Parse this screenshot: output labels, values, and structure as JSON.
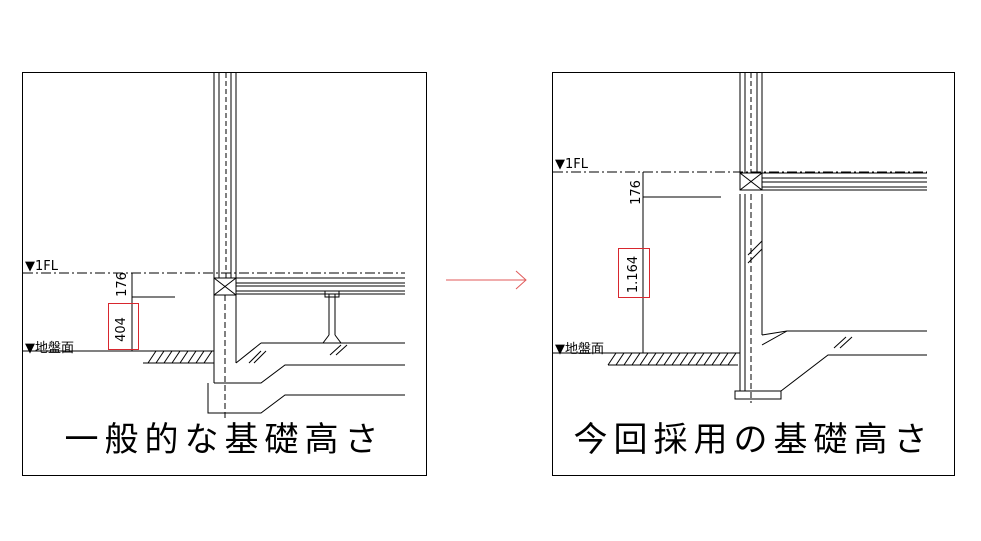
{
  "panels": {
    "left": {
      "caption": "一般的な基礎高さ",
      "level_fl": "▼1FL",
      "level_ground": "▼地盤面",
      "dim_upper": "176",
      "dim_lower": "404"
    },
    "right": {
      "caption": "今回採用の基礎高さ",
      "level_fl": "▼1FL",
      "level_ground": "▼地盤面",
      "dim_upper": "176",
      "dim_lower": "1.164"
    }
  },
  "colors": {
    "highlight": "#d8272e",
    "arrow": "#e05a5a",
    "line": "#000000"
  }
}
